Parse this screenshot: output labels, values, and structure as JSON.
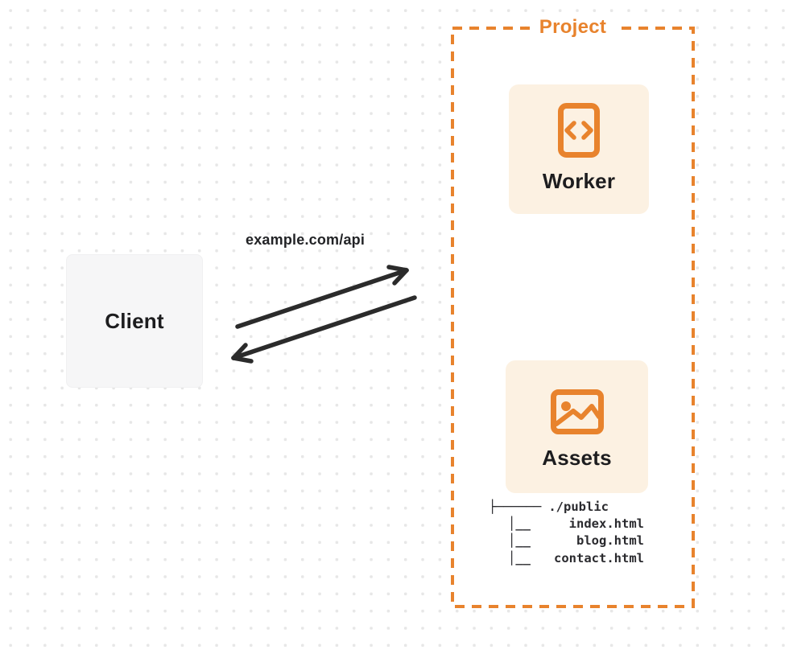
{
  "diagram": {
    "description": "Client request routed to a Project containing a Worker and static Assets"
  },
  "colors": {
    "accent_orange": "#E8832D",
    "node_card_fill": "#FCF1E2",
    "client_card_fill": "#F6F6F7",
    "arrow": "#2B2B2B",
    "text_dark": "#1D1D1F",
    "dot_grid": "#E7E7E7",
    "background": "#FFFFFF"
  },
  "client": {
    "label": "Client"
  },
  "request": {
    "label": "example.com/api"
  },
  "project": {
    "label": "Project",
    "nodes": [
      {
        "label": "Worker",
        "icon": "code-file-icon"
      },
      {
        "label": "Assets",
        "icon": "image-icon"
      }
    ],
    "file_tree": {
      "rows": [
        {
          "prefix": "├──────",
          "name": "./public"
        },
        {
          "prefix": "│__",
          "name": "index.html"
        },
        {
          "prefix": "│__",
          "name": "blog.html"
        },
        {
          "prefix": "│__",
          "name": "contact.html"
        }
      ]
    }
  }
}
